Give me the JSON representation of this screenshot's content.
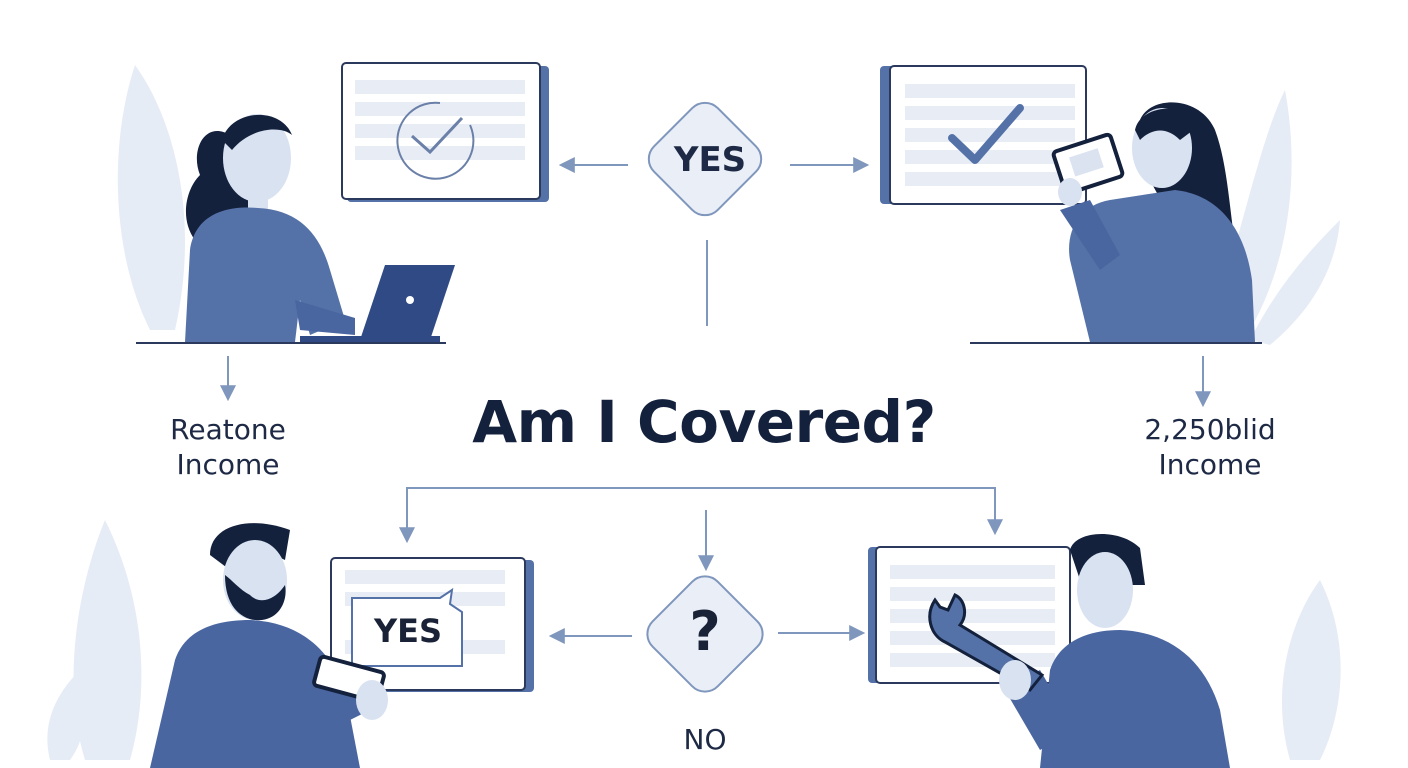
{
  "title": "Am I Covered?",
  "decision_top": "YES",
  "decision_bottom": "?",
  "speech_bubble": "YES",
  "left_caption": [
    "Reatone",
    "Income"
  ],
  "right_caption": [
    "2,250blid",
    "Income"
  ],
  "bottom_label": "NO",
  "colors": {
    "navy": "#14213d",
    "blue": "#5572a8",
    "mid_blue": "#4a66a0",
    "light_blue": "#dfe6f2",
    "line": "#8aa0c4"
  }
}
